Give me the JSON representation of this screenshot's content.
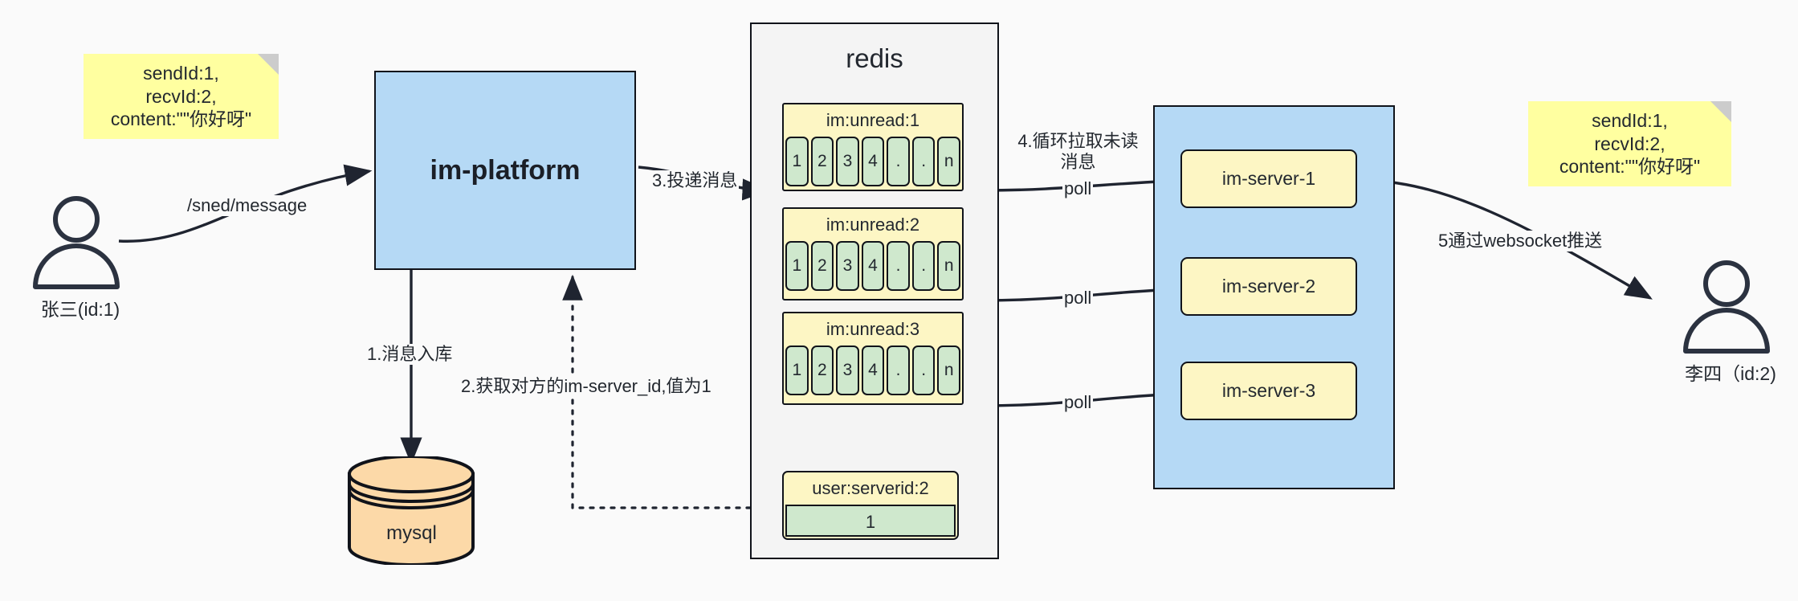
{
  "diagram": {
    "title": "IM message delivery architecture",
    "background": "#fafafa"
  },
  "colors": {
    "sticky": "#ffffa0",
    "sticky_fold": "#cccccc",
    "platform_blue": "#b5d9f5",
    "cluster_blue": "#b5d9f5",
    "redis_bg": "#f4f4f4",
    "list_yellow": "#fdf6c4",
    "cell_green": "#cfe8cd",
    "mysql_orange": "#fcd9a8",
    "stroke": "#10131a",
    "text": "#23282f"
  },
  "notes": {
    "left": {
      "lines": [
        "sendId:1,",
        "recvId:2,",
        "content:\"\"你好呀\""
      ]
    },
    "right": {
      "lines": [
        "sendId:1,",
        "recvId:2,",
        "content:\"\"你好呀\""
      ]
    }
  },
  "actors": {
    "sender": {
      "label": "张三(id:1)",
      "icon": "user-icon"
    },
    "receiver": {
      "label": "李四（id:2)",
      "icon": "user-icon"
    }
  },
  "nodes": {
    "platform": {
      "label": "im-platform"
    },
    "mysql": {
      "label": "mysql",
      "icon": "database-cylinder-icon"
    },
    "redis": {
      "label": "redis"
    }
  },
  "redis_lists": [
    {
      "key": "im:unread:1",
      "cells": [
        "1",
        "2",
        "3",
        "4",
        ".",
        ".",
        "n"
      ]
    },
    {
      "key": "im:unread:2",
      "cells": [
        "1",
        "2",
        "3",
        "4",
        ".",
        ".",
        "n"
      ]
    },
    {
      "key": "im:unread:3",
      "cells": [
        "1",
        "2",
        "3",
        "4",
        ".",
        ".",
        "n"
      ]
    }
  ],
  "redis_kv": {
    "key": "user:serverid:2",
    "value": "1"
  },
  "servers": [
    {
      "label": "im-server-1"
    },
    {
      "label": "im-server-2"
    },
    {
      "label": "im-server-3"
    }
  ],
  "edge_labels": {
    "send_message": "/sned/message",
    "step1": "1.消息入库",
    "step2": "2.获取对方的im-server_id,值为1",
    "step3": "3.投递消息",
    "step4": "4.循环拉取未读消息",
    "poll1": "poll",
    "poll2": "poll",
    "poll3": "poll",
    "step5": "5通过websocket推送"
  }
}
